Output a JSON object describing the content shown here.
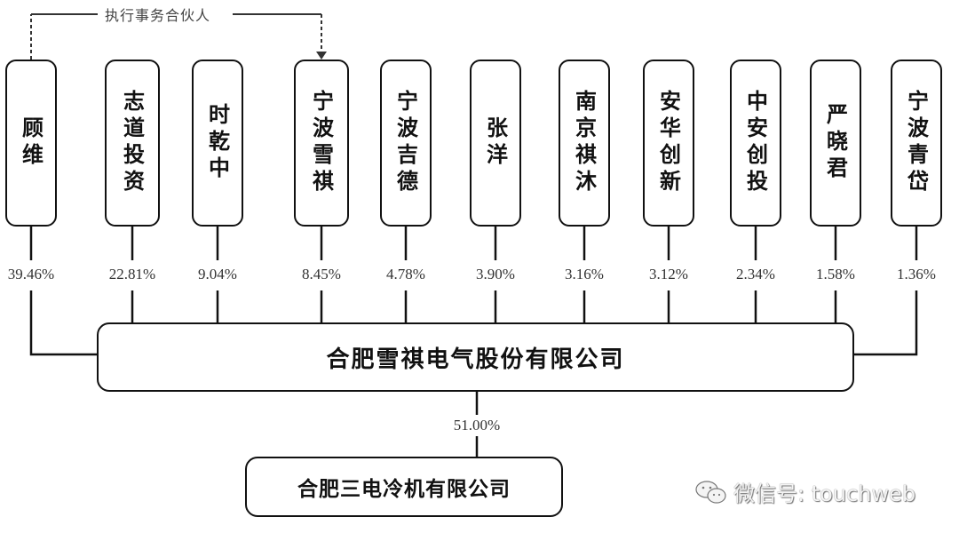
{
  "diagram": {
    "general_partner_label": "执行事务合伙人",
    "general_partner_from": "顾维",
    "general_partner_to": "宁波雪祺",
    "shareholders": [
      {
        "name": "顾维",
        "percent": "39.46%"
      },
      {
        "name": "志道投资",
        "percent": "22.81%"
      },
      {
        "name": "时乾中",
        "percent": "9.04%"
      },
      {
        "name": "宁波雪祺",
        "percent": "8.45%"
      },
      {
        "name": "宁波吉德",
        "percent": "4.78%"
      },
      {
        "name": "张洋",
        "percent": "3.90%"
      },
      {
        "name": "南京祺沐",
        "percent": "3.16%"
      },
      {
        "name": "安华创新",
        "percent": "3.12%"
      },
      {
        "name": "中安创投",
        "percent": "2.34%"
      },
      {
        "name": "严晓君",
        "percent": "1.58%"
      },
      {
        "name": "宁波青岱",
        "percent": "1.36%"
      }
    ],
    "main_company": "合肥雪祺电气股份有限公司",
    "subsidiary_percent": "51.00%",
    "subsidiary_company": "合肥三电冷机有限公司"
  },
  "watermark": {
    "icon": "wechat-icon",
    "text": "微信号: touchweb"
  },
  "colors": {
    "line": "#111111",
    "text": "#111111",
    "background": "#ffffff"
  }
}
